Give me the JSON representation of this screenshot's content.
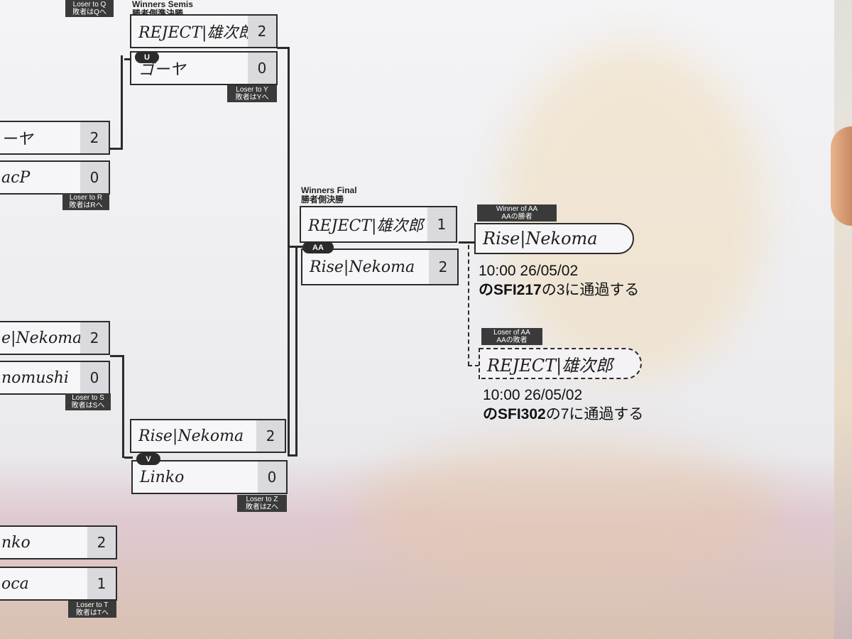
{
  "sections": {
    "winners_semis": {
      "title_en": "Winners Semis",
      "title_jp": "勝者側準決勝"
    },
    "winners_final": {
      "title_en": "Winners Final",
      "title_jp": "勝者側決勝"
    }
  },
  "matches": {
    "U": {
      "badge": "U",
      "p1": {
        "name": "REJECT|雄次郎",
        "score": "2"
      },
      "p2": {
        "name": "ゴーヤ",
        "score": "0"
      },
      "loser_en": "Loser to Y",
      "loser_jp": "敗者はYへ"
    },
    "V": {
      "badge": "V",
      "p1": {
        "name": "Rise|Nekoma",
        "score": "2"
      },
      "p2": {
        "name": "Linko",
        "score": "0"
      },
      "loser_en": "Loser to Z",
      "loser_jp": "敗者はZへ"
    },
    "AA": {
      "badge": "AA",
      "p1": {
        "name": "REJECT|雄次郎",
        "score": "1"
      },
      "p2": {
        "name": "Rise|Nekoma",
        "score": "2"
      }
    },
    "prev_q": {
      "p1": {
        "name": "ーヤ",
        "score": "2"
      },
      "p2": {
        "name": "acP",
        "score": "0"
      },
      "loser_en": "Loser to R",
      "loser_jp": "敗者はRへ"
    },
    "prev_s": {
      "p1": {
        "name": "e|Nekoma",
        "score": "2"
      },
      "p2": {
        "name": "nomushi",
        "score": "0"
      },
      "loser_en": "Loser to S",
      "loser_jp": "敗者はSへ"
    },
    "prev_t": {
      "p1": {
        "name": "nko",
        "score": "2"
      },
      "p2": {
        "name": "oca",
        "score": "1"
      },
      "loser_en": "Loser to T",
      "loser_jp": "敗者はTへ"
    },
    "top_cut": {
      "loser_en": "Loser to Q",
      "loser_jp": "敗者はQへ"
    }
  },
  "outcomes": {
    "winner": {
      "tag_en": "Winner of AA",
      "tag_jp": "AAの勝者",
      "name": "Rise|Nekoma",
      "time": "10:00 26/05/02",
      "dest_pre": "の",
      "dest_code": "SFI217",
      "dest_post": "の3に通過する"
    },
    "loser": {
      "tag_en": "Loser of AA",
      "tag_jp": "AAの敗者",
      "name": "REJECT|雄次郎",
      "time": "10:00 26/05/02",
      "dest_pre": "の",
      "dest_code": "SFI302",
      "dest_post": "の7に通過する"
    }
  }
}
